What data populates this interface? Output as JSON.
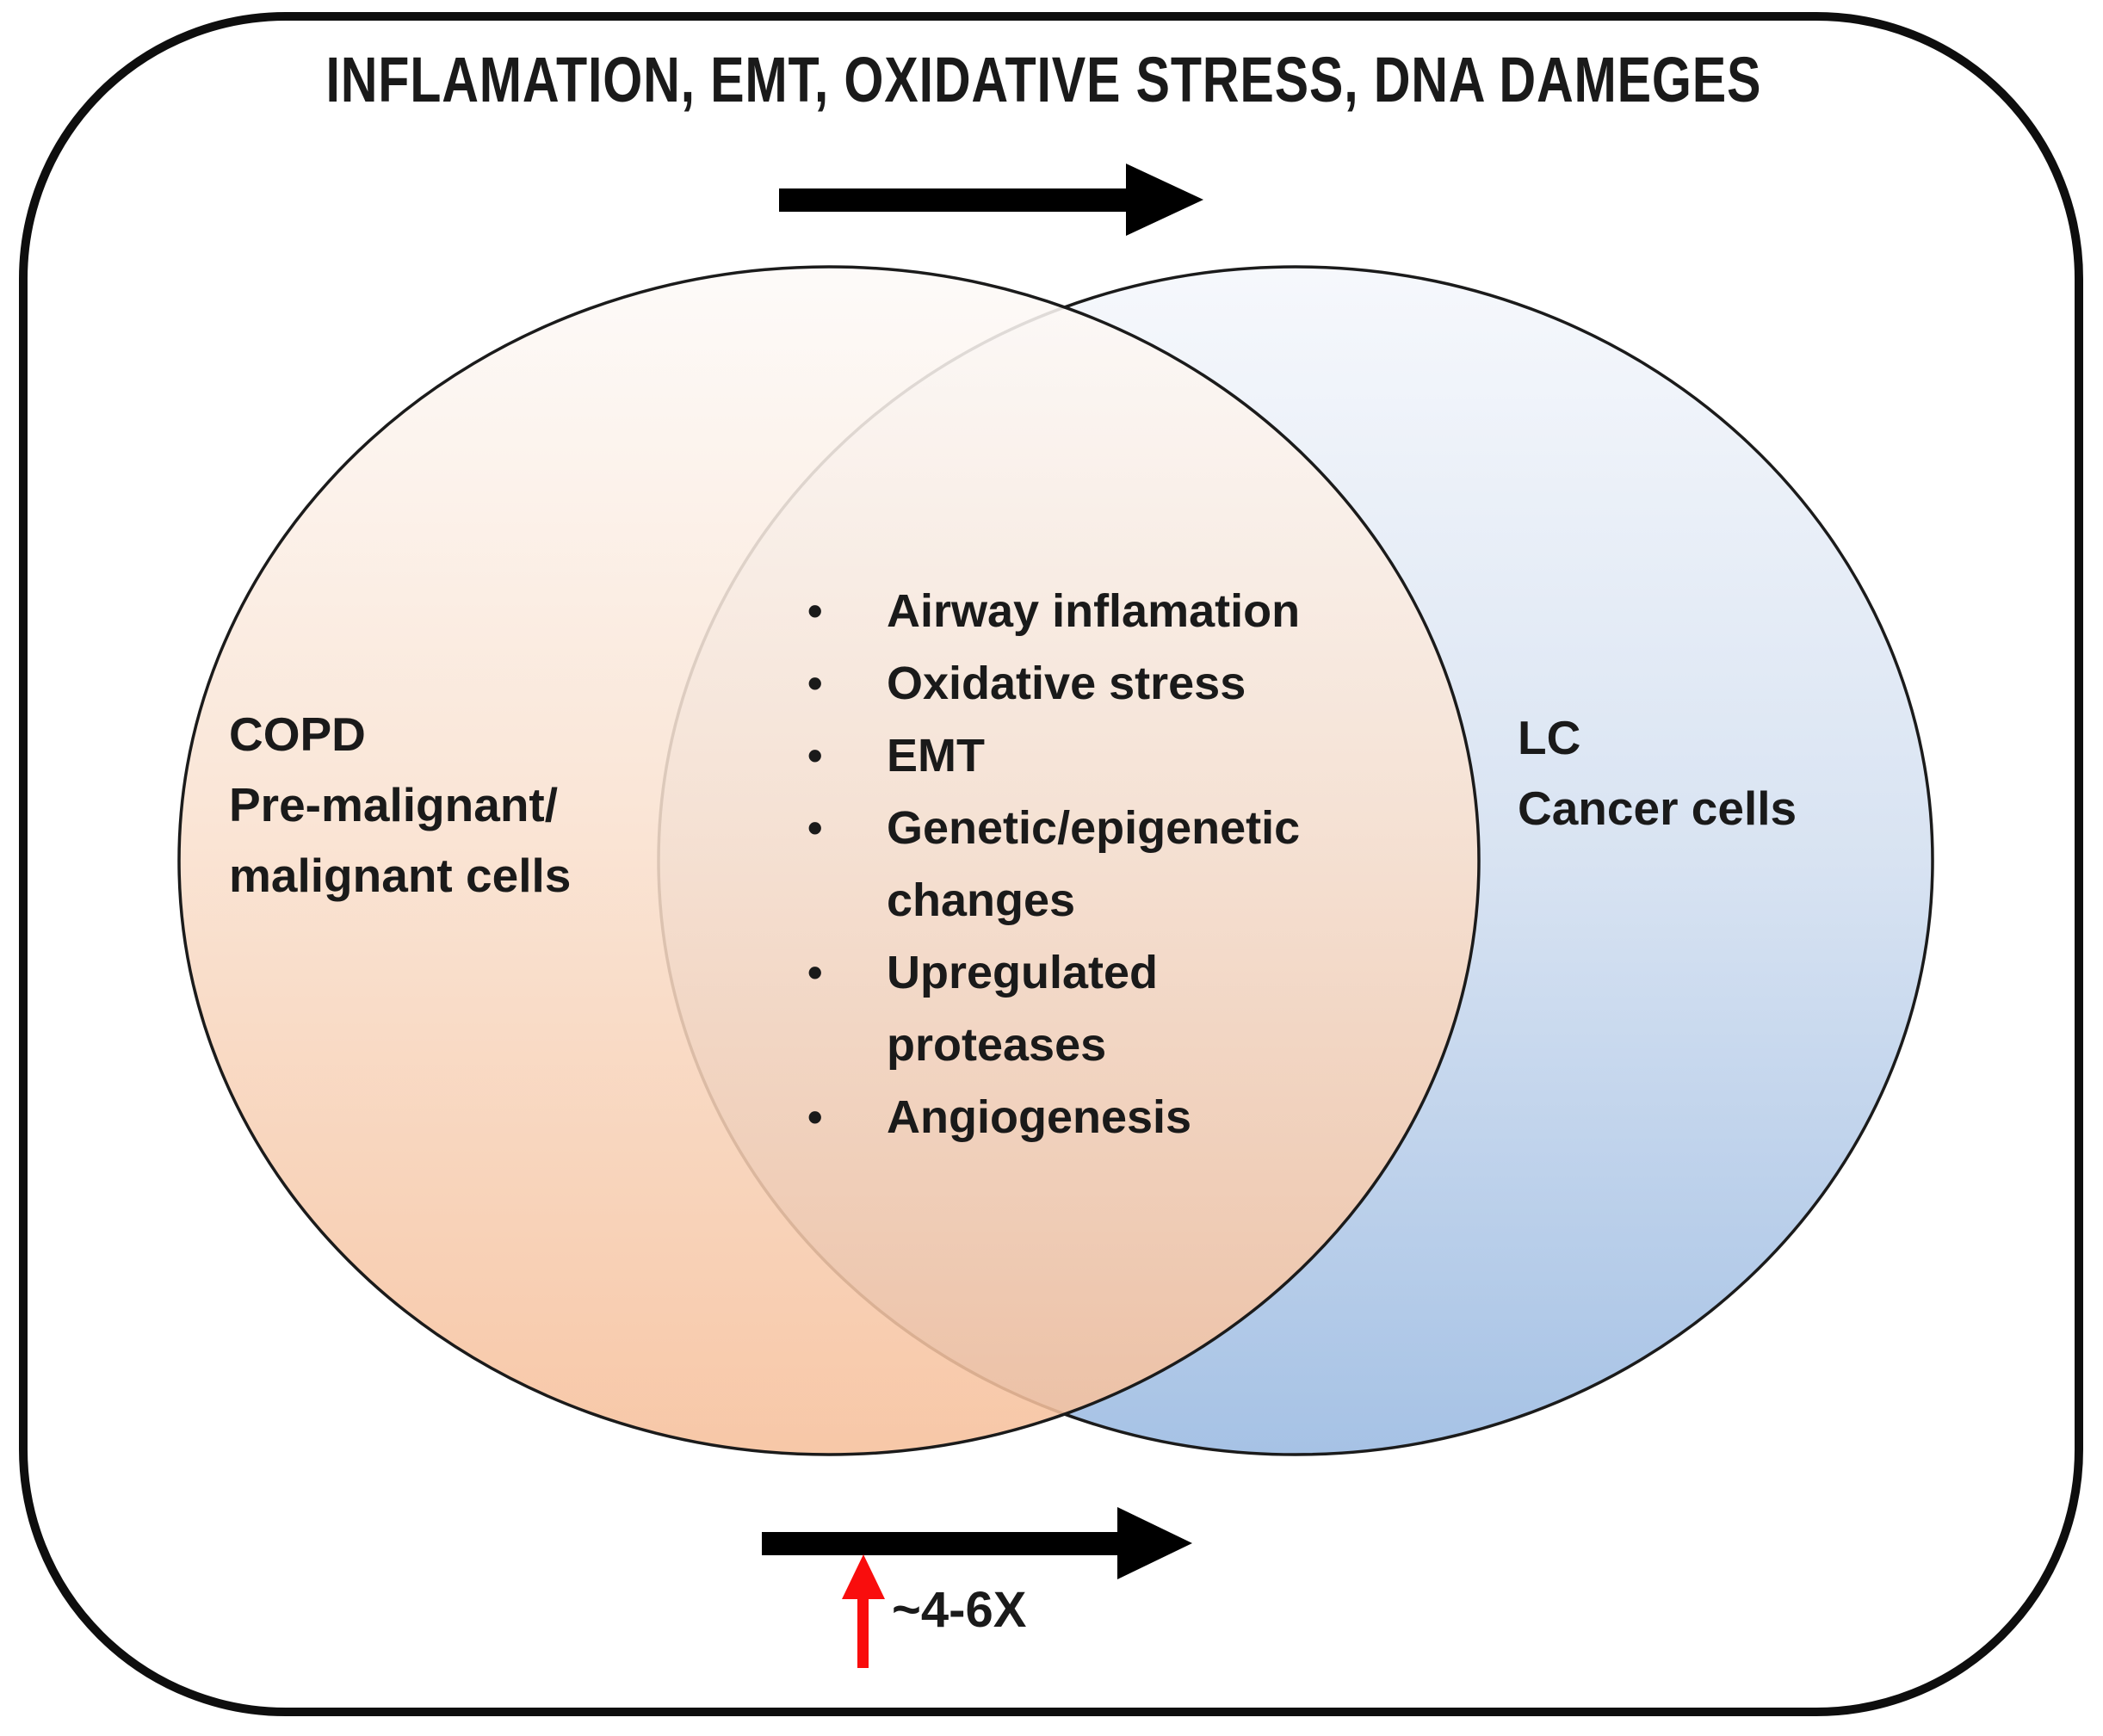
{
  "figure": {
    "title": "INFLAMATION, EMT, OXIDATIVE STRESS, DNA DAMEGES"
  },
  "venn": {
    "left_set": {
      "name": "COPD",
      "label": "COPD\nPre-malignant/\nmalignant cells"
    },
    "right_set": {
      "name": "LC",
      "label": "LC\nCancer cells"
    },
    "overlap": {
      "items": [
        "Airway inflamation",
        "Oxidative stress",
        "EMT",
        "Genetic/epigenetic\nchanges",
        "Upregulated\nproteases",
        "Angiogenesis"
      ]
    }
  },
  "annotation": {
    "risk_multiplier": "~4-6X"
  },
  "colors": {
    "copd_gradient_top": "#FDFAF8",
    "copd_gradient_mid": "#F9E2D1",
    "copd_gradient_bottom": "#F6BF9A",
    "lc_gradient_top": "#F6F8FC",
    "lc_gradient_mid": "#D8E3F2",
    "lc_gradient_bottom": "#A6C2E5",
    "circle_outline": "#1b1b1b",
    "frame_outline": "#0e0e0e",
    "arrow_black": "#000000",
    "arrow_red": "#F90D0D",
    "text": "#1a1a1a"
  }
}
